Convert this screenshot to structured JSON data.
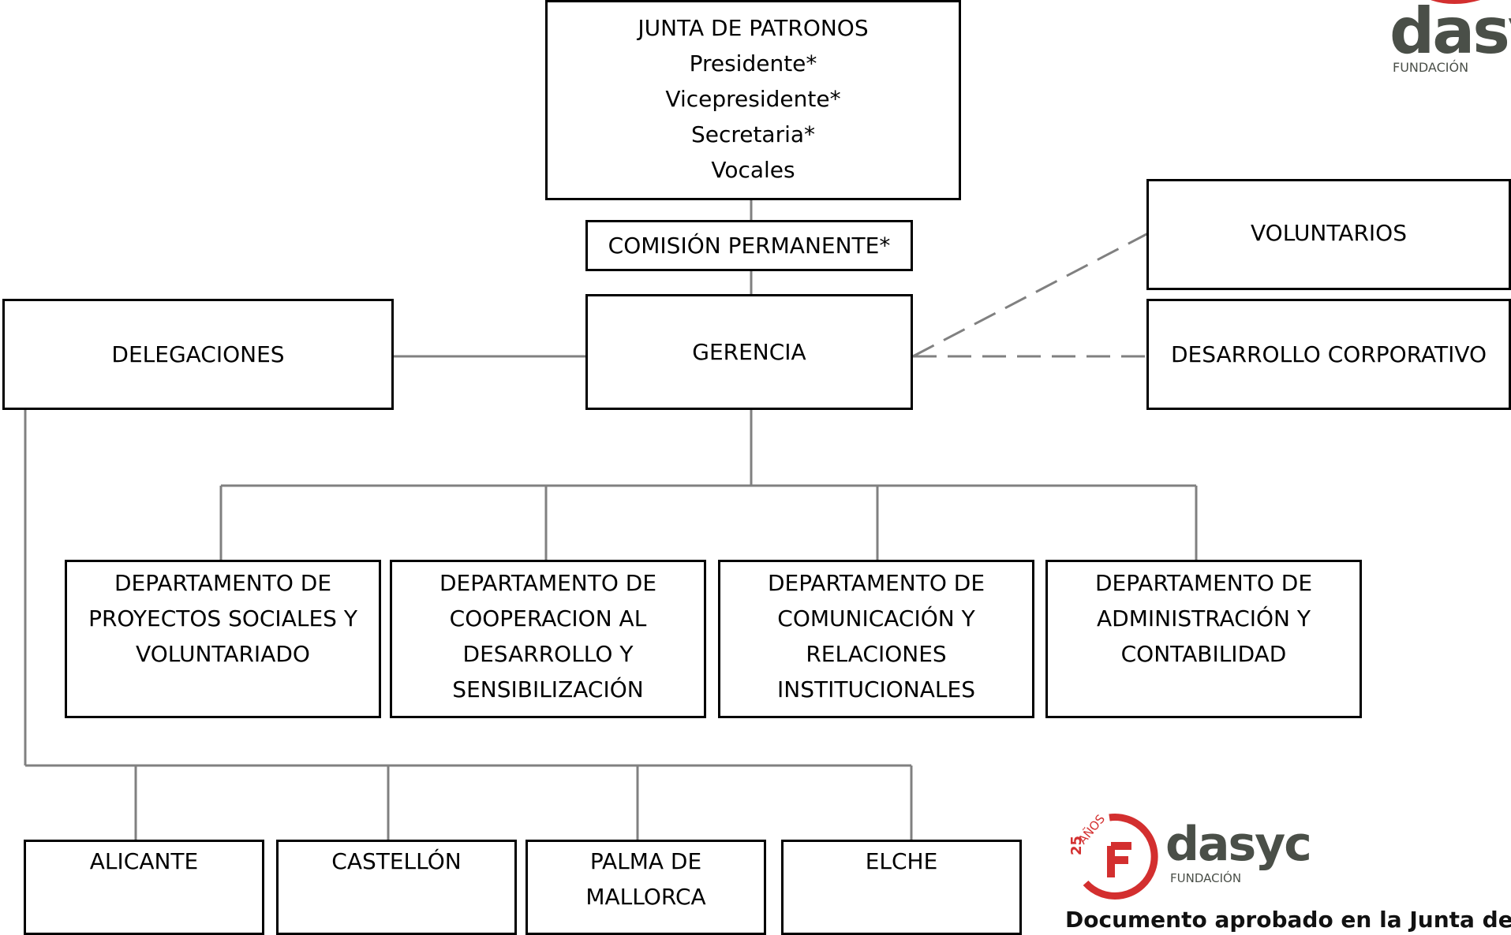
{
  "org_chart": {
    "junta": {
      "title": "JUNTA DE PATRONOS",
      "members": [
        "Presidente*",
        "Vicepresidente*",
        "Secretaria*",
        "Vocales"
      ]
    },
    "comision": "COMISIÓN PERMANENTE*",
    "gerencia": "GERENCIA",
    "delegaciones": "DELEGACIONES",
    "voluntarios": "VOLUNTARIOS",
    "desarrollo": "DESARROLLO CORPORATIVO",
    "departments": [
      {
        "lines": [
          "DEPARTAMENTO DE",
          "PROYECTOS SOCIALES Y",
          "VOLUNTARIADO"
        ]
      },
      {
        "lines": [
          "DEPARTAMENTO DE",
          "COOPERACION AL",
          "DESARROLLO Y",
          "SENSIBILIZACIÓN"
        ]
      },
      {
        "lines": [
          "DEPARTAMENTO DE",
          "COMUNICACIÓN Y",
          "RELACIONES",
          "INSTITUCIONALES"
        ]
      },
      {
        "lines": [
          "DEPARTAMENTO DE",
          "ADMINISTRACIÓN Y",
          "CONTABILIDAD"
        ]
      }
    ],
    "delegation_offices": [
      {
        "lines": [
          "ALICANTE"
        ]
      },
      {
        "lines": [
          "CASTELLÓN"
        ]
      },
      {
        "lines": [
          "PALMA DE",
          "MALLORCA"
        ]
      },
      {
        "lines": [
          "ELCHE"
        ]
      }
    ]
  },
  "logo": {
    "brand_top": "dasy",
    "sub_top": "FUNDACIÓN",
    "anniversary_number": "25",
    "anniversary_word": "AÑOS",
    "mark_letter": "F",
    "brand": "dasyc",
    "sub": "FUNDACIÓN",
    "brand_color": "#4a4f48",
    "accent_color": "#d32f2f"
  },
  "caption": "Documento aprobado en la Junta de Patr"
}
